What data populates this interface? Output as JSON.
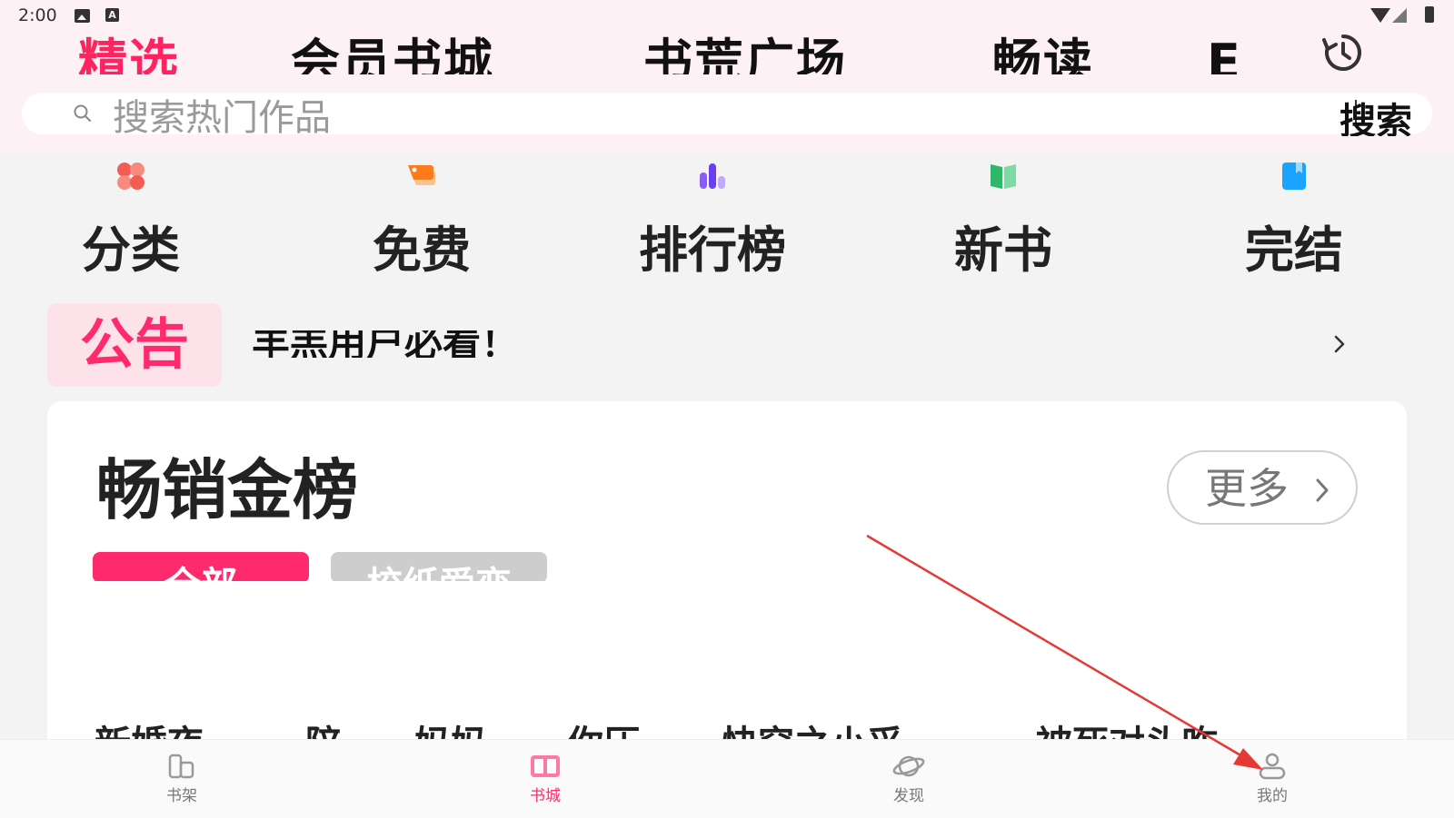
{
  "status_bar": {
    "time": "2:00"
  },
  "top_tabs": [
    {
      "label": "精选",
      "active": true
    },
    {
      "label": "会员书城",
      "active": false
    },
    {
      "label": "书荒广场",
      "active": false
    },
    {
      "label": "畅读",
      "active": false
    },
    {
      "label": "E",
      "active": false
    }
  ],
  "search": {
    "placeholder": "搜索热门作品",
    "button_label": "搜索"
  },
  "categories": [
    {
      "label": "分类",
      "icon": "clover-icon",
      "color": "#f25c54"
    },
    {
      "label": "免费",
      "icon": "tag-icon",
      "color": "#ff7a1a"
    },
    {
      "label": "排行榜",
      "icon": "bar-chart-icon",
      "color": "#8a5cf6"
    },
    {
      "label": "新书",
      "icon": "open-book-icon",
      "color": "#2fb86a"
    },
    {
      "label": "完结",
      "icon": "bookmark-book-icon",
      "color": "#1aa3ff"
    }
  ],
  "notice": {
    "tag": "公告",
    "text": "羊羔用户必看！"
  },
  "bestseller": {
    "title": "畅销金榜",
    "more_label": "更多",
    "chips": [
      {
        "label": "全部",
        "active": true
      },
      {
        "label": "校纸爱恋",
        "active": false
      }
    ],
    "books": [
      "新婚夜",
      "陪",
      "妈妈",
      "你压",
      "快穿之小妥",
      "被死对头咋"
    ]
  },
  "bottom_nav": [
    {
      "label": "书架",
      "icon": "bookshelf-icon",
      "active": false
    },
    {
      "label": "书城",
      "icon": "book-city-icon",
      "active": true
    },
    {
      "label": "发现",
      "icon": "planet-icon",
      "active": false
    },
    {
      "label": "我的",
      "icon": "user-icon",
      "active": false
    }
  ],
  "colors": {
    "accent": "#ff2a6d",
    "header_bg": "#fdf1f5",
    "annotation_arrow": "#e53935"
  }
}
